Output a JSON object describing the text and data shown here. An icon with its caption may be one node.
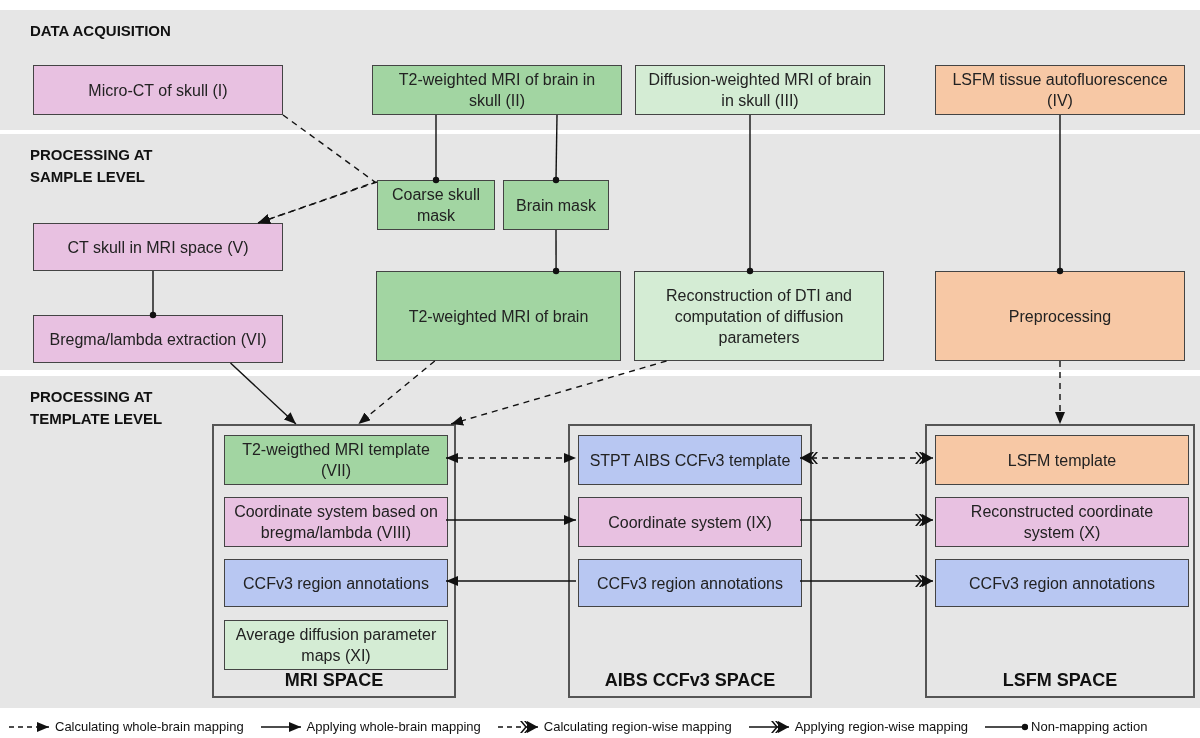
{
  "diagram": {
    "nodes": [
      {
        "text": [
          "DATA ACQUISITION"
        ]
      },
      {
        "text": [
          "Micro-CT of skull (I)"
        ],
        "in": 0
      },
      {
        "text": [
          "T2-weighted MRI of brain in skull (II)"
        ],
        "in": 0
      },
      {
        "text": [
          "Diffusion-weighted MRI of brain in skull (III)"
        ],
        "in": 0
      },
      {
        "text": [
          "LSFM tissue autofluorescence (IV)"
        ],
        "in": 0
      },
      {
        "text": [
          "PROCESSING AT SAMPLE LEVEL"
        ]
      },
      {
        "text": [
          "Coarse skull mask"
        ],
        "in": 5
      },
      {
        "text": [
          "Brain mask"
        ],
        "in": 5
      },
      {
        "text": [
          "CT skull in MRI space (V)"
        ],
        "in": 5
      },
      {
        "text": [
          "T2-weighted MRI of brain"
        ],
        "in": 5
      },
      {
        "text": [
          "Reconstruction of DTI and computation of diffusion parameters"
        ],
        "in": 5
      },
      {
        "text": [
          "Preprocessing"
        ],
        "in": 5
      },
      {
        "text": [
          "Bregma/lambda extraction (VI)"
        ],
        "in": 5
      },
      {
        "text": [
          "PROCESSING AT TEMPLATE LEVEL"
        ]
      },
      {
        "text": [
          "MRI SPACE"
        ],
        "in": 13
      },
      {
        "text": [
          "T2-weigthed MRI template (VII)"
        ],
        "in": 14
      },
      {
        "text": [
          "Coordinate system based on bregma/lambda (VIII)"
        ],
        "in": 14
      },
      {
        "text": [
          "CCFv3 region annotations"
        ],
        "in": 14
      },
      {
        "text": [
          "Average diffusion parameter maps (XI)"
        ],
        "in": 14
      },
      {
        "text": [
          "AIBS CCFv3 SPACE"
        ],
        "in": 13
      },
      {
        "text": [
          "STPT AIBS CCFv3 template"
        ],
        "in": 19
      },
      {
        "text": [
          "Coordinate system (IX)"
        ],
        "in": 19
      },
      {
        "text": [
          "CCFv3 region annotations"
        ],
        "in": 19
      },
      {
        "text": [
          "LSFM SPACE"
        ],
        "in": 13
      },
      {
        "text": [
          "LSFM template"
        ],
        "in": 23
      },
      {
        "text": [
          "Reconstructed coordinate system (X)"
        ],
        "in": 23
      },
      {
        "text": [
          "CCFv3 region annotations"
        ],
        "in": 23
      }
    ],
    "edges": [
      {
        "from": 1,
        "to": 8,
        "arrow": "to",
        "style": "dashed"
      },
      {
        "from": 6,
        "to": 8,
        "arrow": "to",
        "style": "dashed"
      },
      {
        "from": 2,
        "to": 6,
        "arrow": "other"
      },
      {
        "from": 2,
        "to": 7,
        "arrow": "other"
      },
      {
        "from": 7,
        "to": 9,
        "arrow": "other"
      },
      {
        "from": 3,
        "to": 10,
        "arrow": "other"
      },
      {
        "from": 4,
        "to": 11,
        "arrow": "other"
      },
      {
        "from": 8,
        "to": 12,
        "arrow": "other"
      },
      {
        "from": 12,
        "to": 14,
        "arrow": "to"
      },
      {
        "from": 9,
        "to": 14,
        "arrow": "to",
        "style": "dashed"
      },
      {
        "from": 10,
        "to": 14,
        "arrow": "to",
        "style": "dashed"
      },
      {
        "from": 11,
        "to": 23,
        "arrow": "to",
        "style": "dashed"
      },
      {
        "from": 15,
        "to": 20,
        "arrow": "both",
        "style": "dashed"
      },
      {
        "from": 20,
        "to": 24,
        "arrow": "both",
        "style": "dashed"
      },
      {
        "from": 16,
        "to": 21,
        "arrow": "to"
      },
      {
        "from": 21,
        "to": 25,
        "arrow": "to"
      },
      {
        "from": 22,
        "to": 17,
        "arrow": "to"
      },
      {
        "from": 22,
        "to": 26,
        "arrow": "to"
      }
    ],
    "legend": [
      {
        "text": "Calculating whole-brain mapping"
      },
      {
        "text": "Applying whole-brain mapping"
      },
      {
        "text": "Calculating region-wise mapping"
      },
      {
        "text": "Applying region-wise mapping"
      },
      {
        "text": "Non-mapping action"
      }
    ]
  }
}
